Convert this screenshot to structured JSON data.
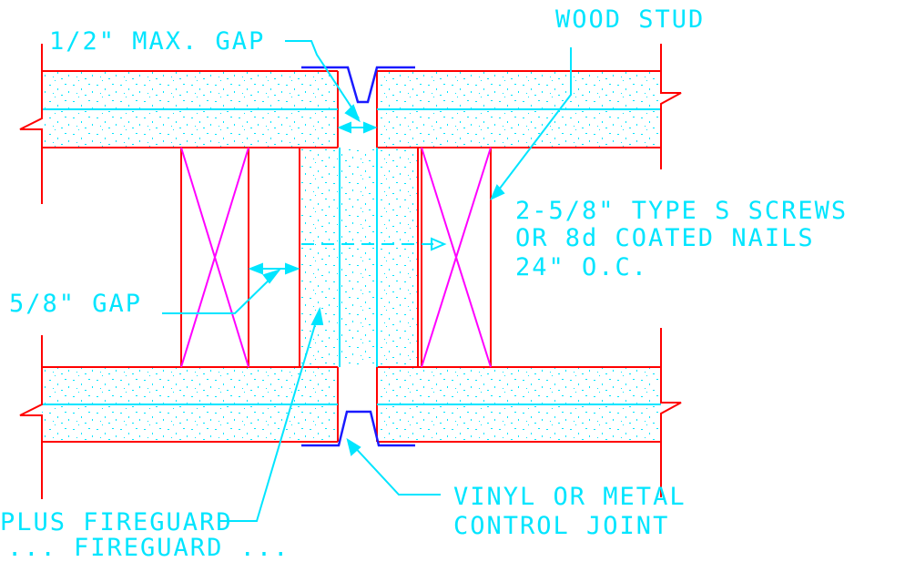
{
  "labels": {
    "max_gap": "1/2\" MAX. GAP",
    "wood_stud": "WOOD STUD",
    "fastener_line1": "2-5/8\" TYPE S SCREWS",
    "fastener_line2": "OR 8d COATED NAILS",
    "fastener_line3": "24\" O.C.",
    "gap": "5/8\" GAP",
    "board": "PLUS FIREGUARD",
    "board_cut": "... FIREGUARD ...",
    "joint_line1": "VINYL OR METAL",
    "joint_line2": "CONTROL JOINT"
  },
  "colors": {
    "background": "#ffffff",
    "gypsum_outline": "#ff0000",
    "annotation": "#00e5ff",
    "stud_cross": "#ff00ff",
    "control_joint": "#1a1aff"
  }
}
